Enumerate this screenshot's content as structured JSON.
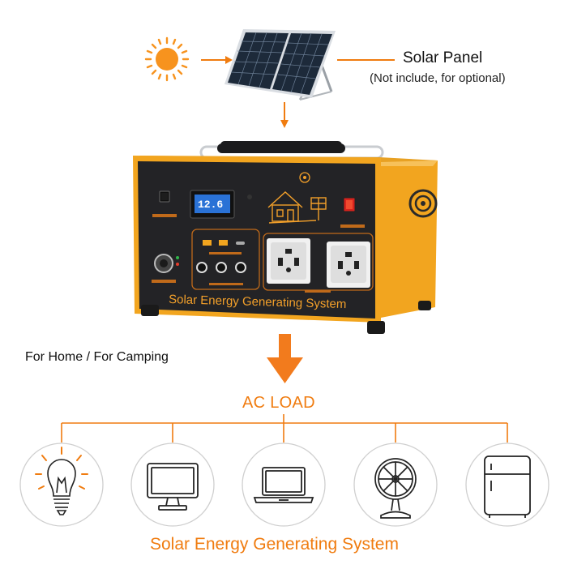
{
  "solar_panel": {
    "title": "Solar Panel",
    "subtitle": "(Not include, for optional)"
  },
  "device": {
    "brand_text": "Solar Energy Generating System",
    "lcd_value": "12.6"
  },
  "usage_text": "For Home / For Camping",
  "ac_load_label": "AC LOAD",
  "loads": [
    {
      "name": "light bulb",
      "icon": "light-bulb-icon"
    },
    {
      "name": "monitor",
      "icon": "monitor-icon"
    },
    {
      "name": "laptop",
      "icon": "laptop-icon"
    },
    {
      "name": "fan",
      "icon": "fan-icon"
    },
    {
      "name": "refrigerator",
      "icon": "refrigerator-icon"
    }
  ],
  "footer_title": "Solar Energy Generating System",
  "colors": {
    "accent": "#f07c10",
    "sun": "#f7931e",
    "device_body": "#232326",
    "device_side": "#f2a51f"
  }
}
